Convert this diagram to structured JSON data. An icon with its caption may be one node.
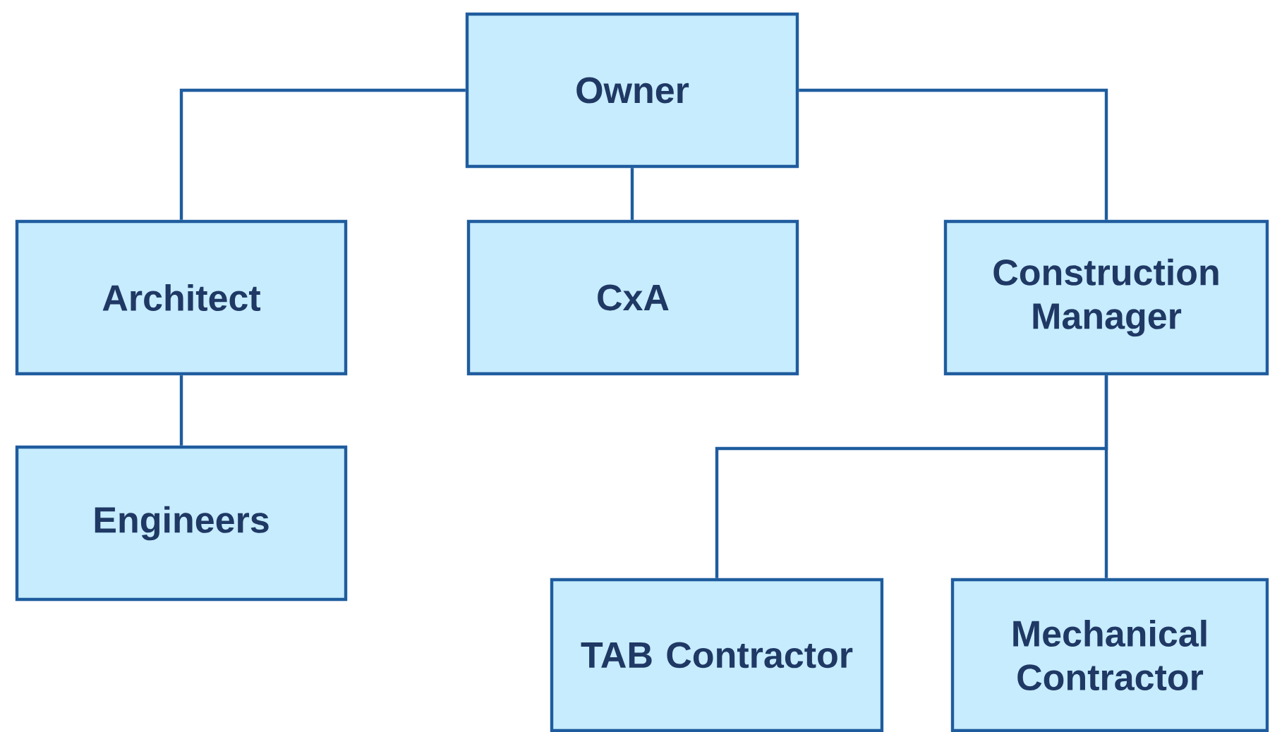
{
  "diagram": {
    "nodes": [
      {
        "text": [
          "Owner"
        ]
      },
      {
        "text": [
          "Architect"
        ]
      },
      {
        "text": [
          "CxA"
        ]
      },
      {
        "text": [
          "Construction Manager"
        ]
      },
      {
        "text": [
          "Engineers"
        ]
      },
      {
        "text": [
          "TAB Contractor"
        ]
      },
      {
        "text": [
          "Mechanical Contractor"
        ]
      }
    ],
    "edges": [
      {
        "from": 0,
        "to": 1,
        "arrow": "none"
      },
      {
        "from": 0,
        "to": 2,
        "arrow": "none"
      },
      {
        "from": 0,
        "to": 3,
        "arrow": "none"
      },
      {
        "from": 1,
        "to": 4,
        "arrow": "none"
      },
      {
        "from": 3,
        "to": 5,
        "arrow": "none"
      },
      {
        "from": 3,
        "to": 6,
        "arrow": "none"
      }
    ]
  }
}
